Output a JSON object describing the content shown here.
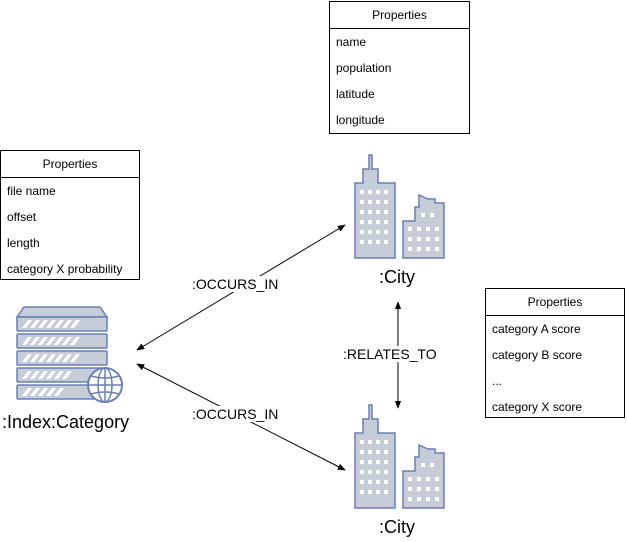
{
  "property_boxes": {
    "city_top": {
      "header": "Properties",
      "rows": [
        "name",
        "population",
        "latitude",
        "longitude"
      ]
    },
    "index": {
      "header": "Properties",
      "rows": [
        "file name",
        "offset",
        "length",
        "category X probability"
      ]
    },
    "relation": {
      "header": "Properties",
      "rows": [
        "category A score",
        "category B score",
        "...",
        "category X score"
      ]
    }
  },
  "nodes": {
    "index": {
      "label": ":Index:Category",
      "icon": "server-globe-icon"
    },
    "city_top": {
      "label": ":City",
      "icon": "city-buildings-icon"
    },
    "city_bottom": {
      "label": ":City",
      "icon": "city-buildings-icon"
    }
  },
  "edges": {
    "occurs_in_top": ":OCCURS_IN",
    "occurs_in_bottom": ":OCCURS_IN",
    "relates_to": ":RELATES_TO"
  },
  "colors": {
    "icon_fill": "#c7ccd9",
    "icon_stroke": "#6a7fb6",
    "line": "#000000"
  }
}
